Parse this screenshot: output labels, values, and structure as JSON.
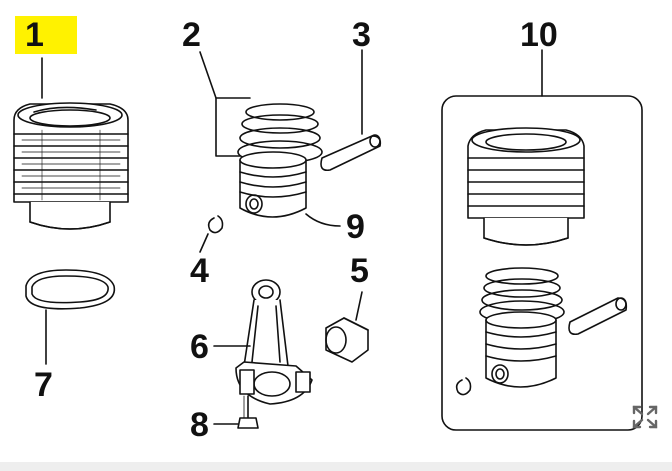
{
  "callouts": {
    "c1": "1",
    "c2": "2",
    "c3": "3",
    "c4": "4",
    "c5": "5",
    "c6": "6",
    "c7": "7",
    "c8": "8",
    "c9": "9",
    "c10": "10"
  },
  "highlighted_callout": "1",
  "colors": {
    "highlight": "#fff200",
    "ink": "#111111",
    "background": "#ffffff"
  },
  "icons": {
    "expand": "expand-arrows-icon"
  }
}
